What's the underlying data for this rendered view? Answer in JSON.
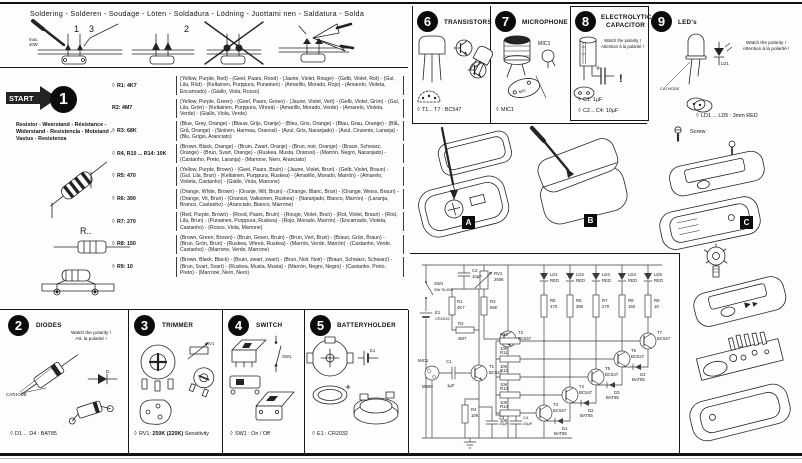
{
  "glyphs": {
    "checkbox": "◊",
    "warning": "!"
  },
  "soldering": {
    "title": "Soldering - Solderen - Soudage - Löten - Soldadura - Lödning - Juottami nen - Saldatura - Solda",
    "max_power": "max. 40W",
    "step_labels": [
      "1",
      "3",
      "2"
    ]
  },
  "section1": {
    "number": "1",
    "start_label": "START",
    "title": "Resistor - Weerstand - Résistance - Widerstand - Resistencia - Motstand - Vastus - Resistenza",
    "resistor_ref": "R..",
    "rows": [
      {
        "label": "R1: 4K7",
        "colors": "(Yellow, Purple, Red) - (Geel, Paars, Rood) - (Jaune, Violet, Rouge) - (Gelb, Violet, Rot) - (Gul, Lila, Röd) - (Keltainen, Purppura, Punainen) - (Amarillo, Morado, Rojo) - (Amarelo, Violeta, Encarnado) - (Giallo, Viola, Rosso)"
      },
      {
        "label": "R2: 4M7",
        "colors": "(Yellow, Purple, Green) - (Geel, Paars, Groen) - (Jaune, Violet, Vert) - (Gelb, Violet, Grün) - (Gul, Lila, Grön) - (Keltainen, Purppura, Vihreä) - (Amarillo, Morado, Verde) - (Amarelo, Violeta, Verde) - (Giallo, Viola, Verde)"
      },
      {
        "label": "R3: 68K",
        "colors": "(Blue, Grey, Orange) - (Blauw, Grijs, Oranje) - (Bleu, Gris, Orange) - (Blau, Grau, Orange) - (Blå, Grå, Orange) - (Sininen, Harmaa, Oranssi) - (Azul, Gris, Naranjado) - (Azul, Cinzento, Laranja) - (Blu, Grigio, Aranciato)"
      },
      {
        "label": "R4, R10 ... R14: 10K",
        "colors": "(Brown, Black, Orange) - (Bruin, Zwart, Oranje) - (Brun, noir, Orange) - (Braun, Schwarz, Orange) - (Brun, Svart, Orange) - (Ruskea, Musta, Oranssi) - (Marrón, Negro, Naranjado) - (Castanho, Preto, Laranja) - (Marrone, Nero, Aranciato)"
      },
      {
        "label": "R5: 470",
        "colors": "(Yellow, Purple, Brown) - (Geel, Paars, Bruin) - (Jaune, Violet, Brun) - (Gelb, Violet, Braun) - (Gul, Lila, Brun) - (Keltainen, Purppura, Ruskea) - (Amarillo, Morado, Marrón) - (Amarelo, Violeta, Castanho) - (Giallo, Viola, Marrone)"
      },
      {
        "label": "R6: 390",
        "colors": "(Orange, White, Brown) - (Oranje, Wit, Bruin) - (Orange, Blanc, Brun) - (Orange, Weiss, Braun) - (Orange, Vit, Brun) - (Oranssi, Valkoinen, Ruskea) - (Naranjado, Blanco, Marrón) - (Laranja, Branco, Castanho) - (Aranciato, Bianco, Marrone)"
      },
      {
        "label": "R7: 270",
        "colors": "(Red, Purple, Brown) - (Rood, Paars, Bruin) - (Rouge, Violet, Brun) - (Rot, Violet, Braun) - (Röd, Lila, Brun) - (Punainen, Purppura, Ruskea) - (Rojo, Morado, Marrón) - (Encarnado, Violeta, Castanho) - (Rosso, Viola, Marrone)"
      },
      {
        "label": "R8: 150",
        "colors": "(Brown, Green, Brown) - (Bruin, Groen, Bruin) - (Brun, Vert, Brun) - (Braun, Grün, Braun) - (Brun, Grön, Brun) - (Ruskea, Vihreä, Ruskea) - (Marrón, Verde, Marrón) - (Castanho, Verde, Castanho) - (Marrone, Verde, Marrone)"
      },
      {
        "label": "R9: 10",
        "colors": "(Brown, Black, Black) - (Bruin, zwart, zwart) - (Brun, Noir, Noir) - (Braun, Schwarz, Schwarz) - (Brun, Svart, Svart) - (Ruskea, Musta, Musta) - (Marrón, Negro, Negro) - (Castanho, Preto, Preto) - (Marrone, Nero, Nero)"
      }
    ]
  },
  "section2": {
    "number": "2",
    "title": "DIODES",
    "note1": "Watch the polarity !",
    "note2": "Att. la polarité !",
    "cathode": "CATHODE",
    "symbol_ref": "D..",
    "footer": "D1 ... D4 : BAT85"
  },
  "section3": {
    "number": "3",
    "title": "TRIMMER",
    "symbol_ref": "RV1",
    "footer_ref": "RV1:",
    "footer_value": "250K (220K)",
    "footer_note": "Sensitivity"
  },
  "section4": {
    "number": "4",
    "title": "SWITCH",
    "symbol_ref": "SW1.",
    "footer": "SW1 : On / Off"
  },
  "section5": {
    "number": "5",
    "title": "BATTERYHOLDER",
    "symbol_ref": "E1",
    "footer": "E1 : CR2032"
  },
  "section6": {
    "number": "6",
    "title": "TRANSISTORS",
    "footer": "T1... T7 : BC547"
  },
  "section7": {
    "number": "7",
    "title": "MICROPHONE",
    "symbol_ref": "MIC1",
    "pcb_marking": "MIC",
    "footer": "MIC1"
  },
  "section8": {
    "number": "8",
    "title_line1": "ELECTROLYTIC",
    "title_line2": "CAPACITOR",
    "note1": "Watch the polarity !",
    "note2": "Attention à la polarité !",
    "footer1": "C1: 1µF",
    "footer2": "C2... C4: 10µF"
  },
  "section9": {
    "number": "9",
    "title": "LED's",
    "note1": "Watch the polarity !",
    "note2": "Attention à la polarité !",
    "symbol_ref": "LD1",
    "cathode": "CATHODE",
    "footer": "LD1 ... LD5 : 3mm RED"
  },
  "assembly": {
    "label_a": "A",
    "label_b": "B",
    "label_c": "C",
    "screw": "Screw"
  },
  "schematic": {
    "sw": {
      "ref": "SW1",
      "type": "SW SLIDE"
    },
    "battery": {
      "ref": "E1",
      "type": "CR2032"
    },
    "c2": {
      "ref": "C2",
      "val": "10µF"
    },
    "rv1": {
      "ref": "RV1",
      "val": "250K"
    },
    "r1": {
      "ref": "R1",
      "val": "4K7"
    },
    "r3": {
      "ref": "R3",
      "val": "68K"
    },
    "r2": {
      "ref": "R2",
      "val": "4M7"
    },
    "mic": {
      "ref": "MIC1",
      "val": "M990"
    },
    "c1": {
      "ref": "C1",
      "val": "1µF"
    },
    "t1": {
      "ref": "T1",
      "val": "BC547"
    },
    "t2": {
      "ref": "T2",
      "val": "BC547"
    },
    "r4": {
      "ref": "R4",
      "val": "10K"
    },
    "c3": {
      "ref": "C3",
      "val": "10µF"
    },
    "c4": {
      "ref": "C4",
      "val": "10µF"
    },
    "leds": [
      {
        "ref": "LD1",
        "val": "RED"
      },
      {
        "ref": "LD2",
        "val": "RED"
      },
      {
        "ref": "LD3",
        "val": "RED"
      },
      {
        "ref": "LD4",
        "val": "RED"
      },
      {
        "ref": "LD5",
        "val": "RED"
      }
    ],
    "led_resistors": [
      {
        "ref": "R5",
        "val": "470"
      },
      {
        "ref": "R6",
        "val": "390"
      },
      {
        "ref": "R7",
        "val": "270"
      },
      {
        "ref": "R8",
        "val": "150"
      },
      {
        "ref": "R9",
        "val": "10"
      }
    ],
    "base_resistors": [
      {
        "ref": "R10",
        "val": "10K"
      },
      {
        "ref": "R11",
        "val": "10K"
      },
      {
        "ref": "R12",
        "val": "10K"
      },
      {
        "ref": "R13",
        "val": "10K"
      },
      {
        "ref": "R14",
        "val": "10K"
      }
    ],
    "transistors": [
      {
        "ref": "T3",
        "val": "BC547"
      },
      {
        "ref": "T4",
        "val": "BC547"
      },
      {
        "ref": "T5",
        "val": "BC547"
      },
      {
        "ref": "T6",
        "val": "BC547"
      },
      {
        "ref": "T7",
        "val": "BC547"
      }
    ],
    "diodes": [
      {
        "ref": "D1",
        "val": "BAT85"
      },
      {
        "ref": "D2",
        "val": "BAT85"
      },
      {
        "ref": "D3",
        "val": "BAT85"
      },
      {
        "ref": "D4",
        "val": "BAT85"
      }
    ]
  }
}
